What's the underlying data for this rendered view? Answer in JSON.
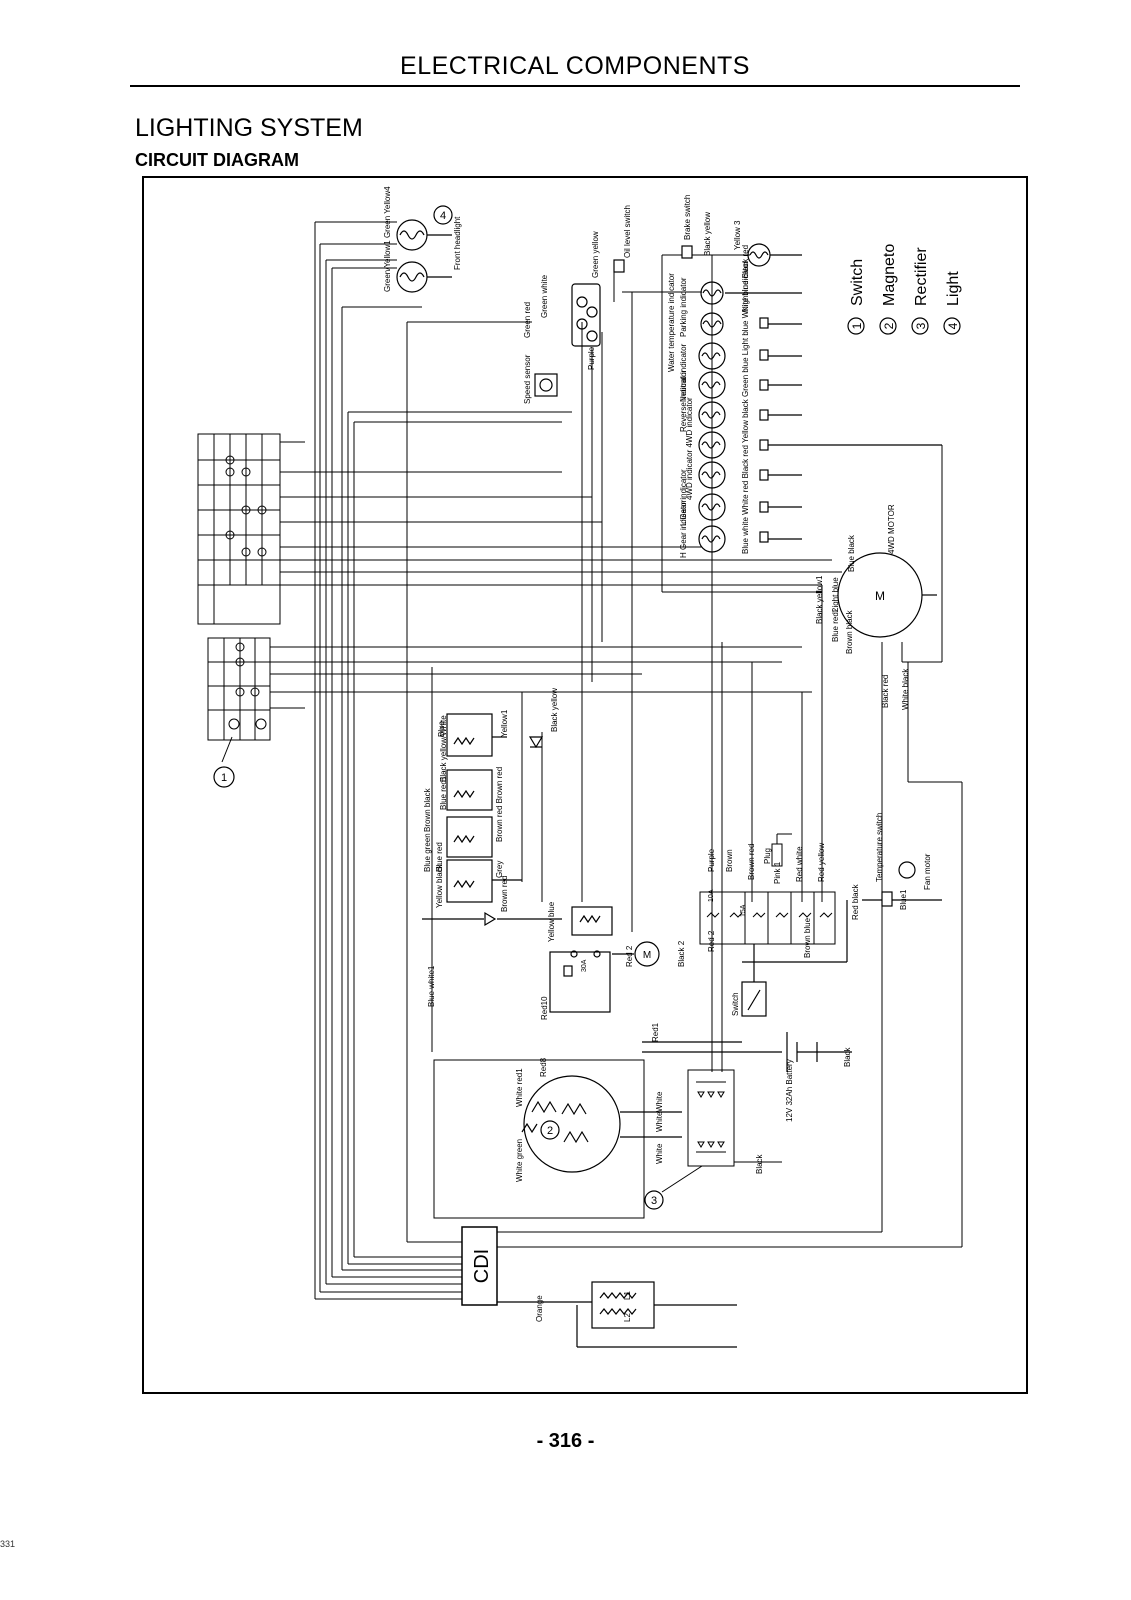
{
  "header": {
    "section_title": "ELECTRICAL COMPONENTS"
  },
  "page": {
    "heading": "LIGHTING SYSTEM",
    "subheading": "CIRCUIT DIAGRAM",
    "page_number": "- 316 -",
    "sheet_number": "331"
  },
  "legend": [
    {
      "num": "1",
      "label": "Switch"
    },
    {
      "num": "2",
      "label": "Magneto"
    },
    {
      "num": "3",
      "label": "Rectifier"
    },
    {
      "num": "4",
      "label": "Light"
    }
  ],
  "diagram": {
    "cdi_label": "CDI",
    "callouts": [
      "1",
      "2",
      "3",
      "4"
    ],
    "motor_symbol": "M",
    "labels": {
      "green_yellow": "Green/Yellow1 Green Yellow4",
      "front_headlight": "Front headlight",
      "oil_level_switch": "Oil level switch",
      "green_yellow2": "Green yellow",
      "green_white": "Green white",
      "green_red": "Green red",
      "speed_sensor": "Speed sensor",
      "purple": "Purple",
      "brake_switch": "Brake switch",
      "black_yellow": "Black yellow",
      "yellow3": "Yellow 3",
      "night_indicator": "Night indicator",
      "parking_indicator": "Parking indicator",
      "water_temp_indicator": "Water temperature indicator",
      "neutral_indicator": "Neutral indicator",
      "reverse_indicator": "Reverse indicator",
      "fourwd_indicator": "4WD indicator 4WD indicator",
      "l_gear_indicator": "L Gear indicator",
      "h_gear_indicator": "H Gear indicator",
      "column_wires": "Blue white  White red  Black red  Yellow black  Green blue  Light blue  White blue  Black red",
      "fourwd_motor": "4WD MOTOR",
      "blue_black": "Blue black",
      "light_blue": "Light blue",
      "black_yellow1": "Black yellow1",
      "blue_red2": "Blue red2",
      "brown_black": "Brown black",
      "black_red": "Black red",
      "white_black": "White black",
      "black_yellow_diode": "Black yellow",
      "blue": "Blue",
      "yellow1": "Yellow1",
      "black_yellow_white": "Black yellow/White",
      "blue_red1": "Blue red1",
      "brown_black2": "Brown black",
      "brown_red_brown_red": "Brown red Brown red",
      "blue_green": "Blue green",
      "blue_red_sw": "Blue red",
      "yellow_black": "Yellow black",
      "grey": "Grey",
      "brown_red": "Brown red",
      "yellow_blue": "Yellow blue",
      "blue_white1": "Blue white1",
      "red_2": "Red 2",
      "black_2": "Black 2",
      "red10": "Red10",
      "red1": "Red1",
      "thirty_a": "30A",
      "purple2": "Purple",
      "brown": "Brown",
      "brown_red2": "Brown red",
      "plug": "Plug",
      "pink": "Pink 1",
      "red_white": "Red white",
      "red_yellow": "Red yellow",
      "brown_blue": "Brown blue",
      "red_2b": "Red 2",
      "switch_label": "Switch",
      "temperature_switch": "Temperature switch",
      "fan_motor": "Fan motor",
      "blue1": "Blue1",
      "red_black": "Red black",
      "battery": "12V 32Ah Battery",
      "black": "Black",
      "red8": "Red8",
      "white_red1": "White red1",
      "white_green": "White green",
      "white1": "White",
      "white2": "White",
      "white3": "White",
      "black3": "Black",
      "orange": "Orange",
      "l1": "L1",
      "l2": "L2",
      "fuse_10a": "10A",
      "fuse_15a": "15A"
    }
  }
}
